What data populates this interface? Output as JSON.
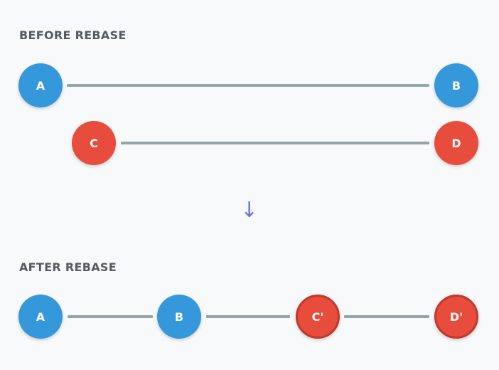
{
  "before": {
    "title": "BEFORE REBASE",
    "main_branch": [
      "A",
      "B"
    ],
    "feature_branch": [
      "C",
      "D"
    ]
  },
  "arrow_symbol": "↓",
  "after": {
    "title": "AFTER REBASE",
    "commits": [
      "A",
      "B",
      "C'",
      "D'"
    ]
  },
  "colors": {
    "main_commit": "#3498db",
    "feature_commit": "#e74c3c",
    "rebased_border": "#c0392b",
    "connector": "#95a5a6",
    "arrow": "#6c7ae0",
    "title_text": "#555b61",
    "background": "#f8f9fb"
  }
}
